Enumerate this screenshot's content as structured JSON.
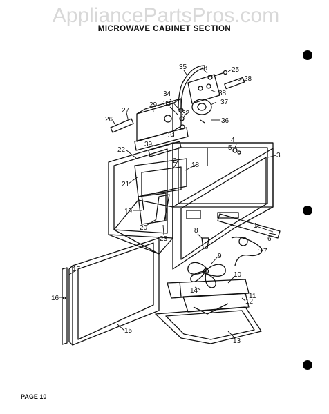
{
  "watermark": "AppliancePartsPros.com",
  "title": "MICROWAVE CABINET SECTION",
  "footer": "PAGE 10",
  "part_labels": [
    "1",
    "2",
    "3",
    "4",
    "5",
    "6",
    "7",
    "8",
    "9",
    "10",
    "11",
    "12",
    "13",
    "14",
    "15",
    "16",
    "17",
    "18",
    "19",
    "20",
    "21",
    "22",
    "23",
    "25",
    "26",
    "27",
    "28",
    "29",
    "30",
    "31",
    "32",
    "33",
    "34",
    "35",
    "36",
    "37",
    "38",
    "39"
  ]
}
